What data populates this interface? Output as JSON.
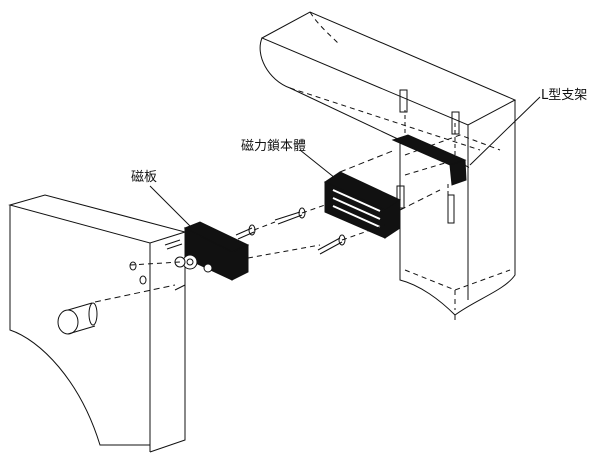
{
  "labels": {
    "armature_plate": "磁板",
    "maglock_body": "磁力鎖本體",
    "l_bracket": "L型支架"
  },
  "colors": {
    "line": "#111111",
    "background": "#ffffff"
  }
}
